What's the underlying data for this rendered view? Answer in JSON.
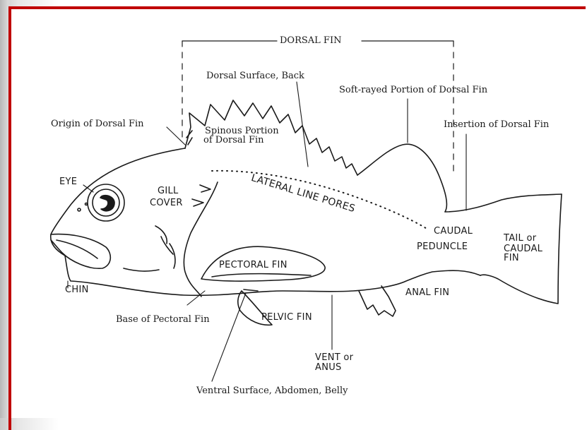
{
  "diagram": {
    "labels": {
      "dorsal_fin": "DORSAL FIN",
      "dorsal_surface": "Dorsal Surface, Back",
      "soft_rayed": "Soft-rayed Portion of Dorsal Fin",
      "insertion_dorsal": "Insertion of Dorsal Fin",
      "origin_dorsal": "Origin of Dorsal Fin",
      "spinous_1": "Spinous Portion",
      "spinous_2": "of Dorsal Fin",
      "lateral_line": "LATERAL LINE PORES",
      "eye": "EYE",
      "gill_1": "GILL",
      "gill_2": "COVER",
      "caudal_1": "CAUDAL",
      "caudal_2": "PEDUNCLE",
      "tail_1": "TAIL or",
      "tail_2": "CAUDAL",
      "tail_3": "FIN",
      "pectoral": "PECTORAL FIN",
      "chin": "CHIN",
      "anal": "ANAL FIN",
      "base_pectoral": "Base of Pectoral Fin",
      "pelvic": "PELVIC FIN",
      "vent_1": "VENT or",
      "vent_2": "ANUS",
      "ventral": "Ventral Surface, Abdomen, Belly"
    },
    "colors": {
      "frame": "#c00000",
      "ink": "#1a1a1a"
    }
  }
}
